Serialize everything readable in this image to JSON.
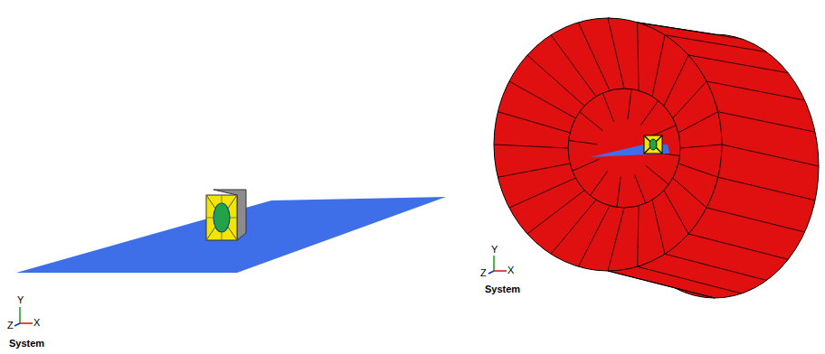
{
  "diagram": {
    "labels": [
      "Y",
      "Z",
      "X",
      "System",
      "Y",
      "Z",
      "X",
      "System"
    ]
  }
}
